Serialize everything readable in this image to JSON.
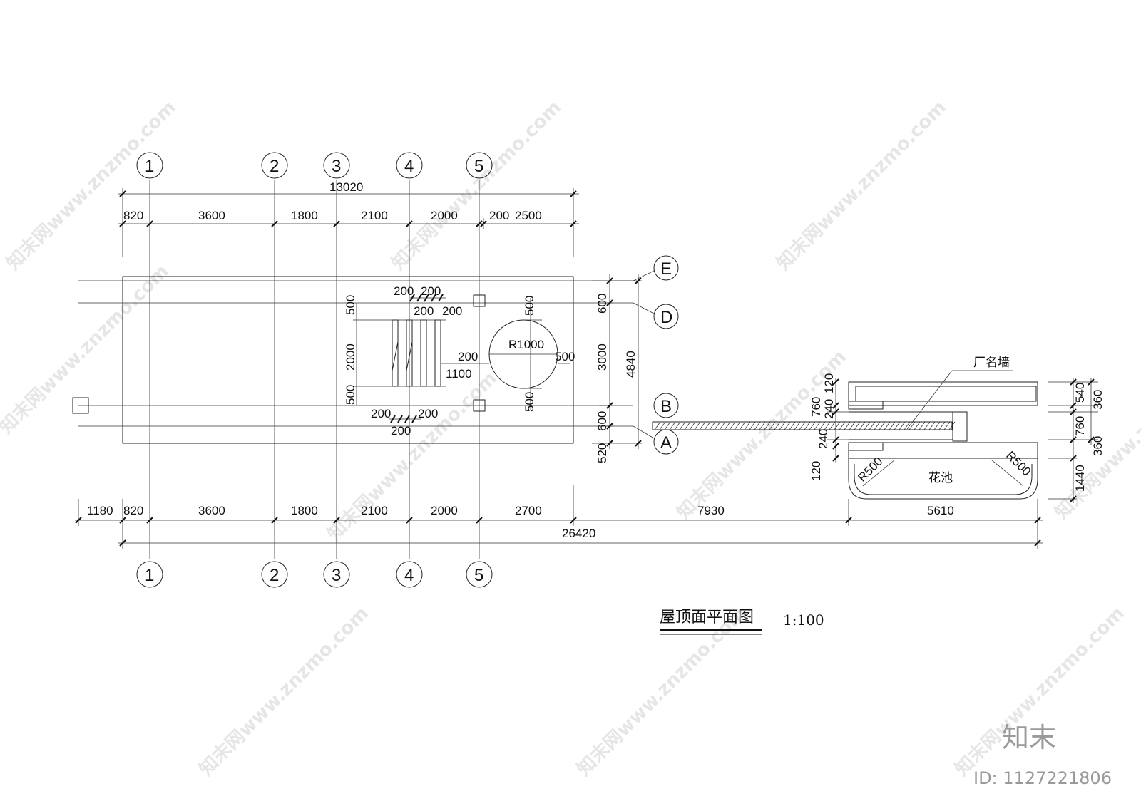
{
  "drawing": {
    "title": "屋顶面平面图",
    "scale": "1:100",
    "overall_top": "13020",
    "overall_bottom": "26420",
    "top_dims": [
      "820",
      "3600",
      "1800",
      "2100",
      "2000",
      "200",
      "2500"
    ],
    "bottom_dims": [
      "1180",
      "820",
      "3600",
      "1800",
      "2100",
      "2000",
      "2700",
      "7930",
      "5610"
    ],
    "axes_numbered": [
      "1",
      "2",
      "3",
      "4",
      "5"
    ],
    "axes_lettered": [
      "E",
      "D",
      "B",
      "A"
    ],
    "right_dims": [
      "600",
      "3000",
      "600",
      "520",
      "4840"
    ],
    "inner_dims": {
      "d_200_a": "200",
      "d_200_b": "200",
      "d_200_c": "200",
      "d_200_d": "200",
      "d_500_l1": "500",
      "d_2000_l": "2000",
      "d_500_l2": "500",
      "d_200_e": "200",
      "d_200_f": "200",
      "d_200_g": "200",
      "d_500_r1": "500",
      "d_500_r2": "500",
      "d_200_h": "200",
      "d_1100": "1100",
      "d_500_h": "500",
      "radius": "R1000"
    },
    "wall_dims": [
      "120",
      "760",
      "240",
      "240",
      "120",
      "540",
      "360",
      "760",
      "360",
      "1440"
    ],
    "wall_label": "厂名墙",
    "pool_label": "花池",
    "pool_radius_left": "R500",
    "pool_radius_right": "R500"
  },
  "watermark": {
    "text": "知末网www.znzmo.com",
    "brand": "知末",
    "id": "ID: 1127221806"
  }
}
